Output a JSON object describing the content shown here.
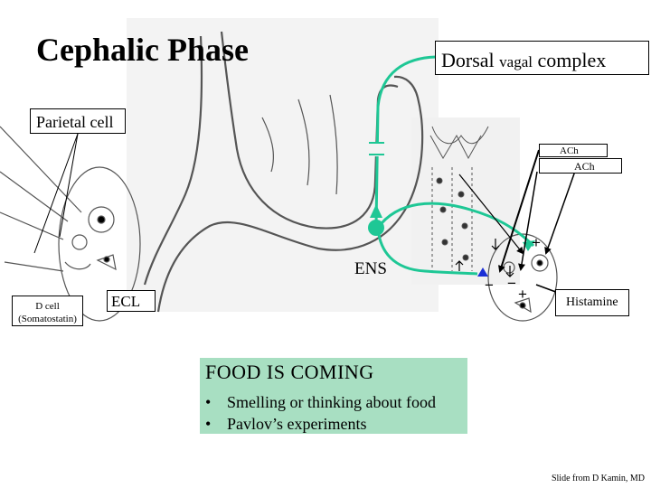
{
  "title": "Cephalic Phase",
  "labels": {
    "dorsal_vagal_prefix": "Dorsal ",
    "dorsal_vagal_small": "vagal",
    "dorsal_vagal_suffix": " complex",
    "parietal_cell": "Parietal cell",
    "ach_1": "ACh",
    "ach_2": "ACh",
    "ens": "ENS",
    "d_cell_line1": "D cell",
    "d_cell_line2": "(Somatostatin)",
    "ecl": "ECL",
    "histamine": "Histamine"
  },
  "signs": {
    "plus_top": "+",
    "plus_bottom": "+",
    "minus_left": "−",
    "minus_right": "−"
  },
  "food_box": {
    "heading": "FOOD IS COMING",
    "bullet": "•",
    "items": [
      "Smelling or thinking about food",
      "Pavlov’s experiments"
    ]
  },
  "credit": "Slide from D Kamin, MD",
  "colors": {
    "vagal_nerve": "#1ec795",
    "food_box_bg": "#a8dfc2",
    "receptor_blue": "#1b2fd6"
  }
}
